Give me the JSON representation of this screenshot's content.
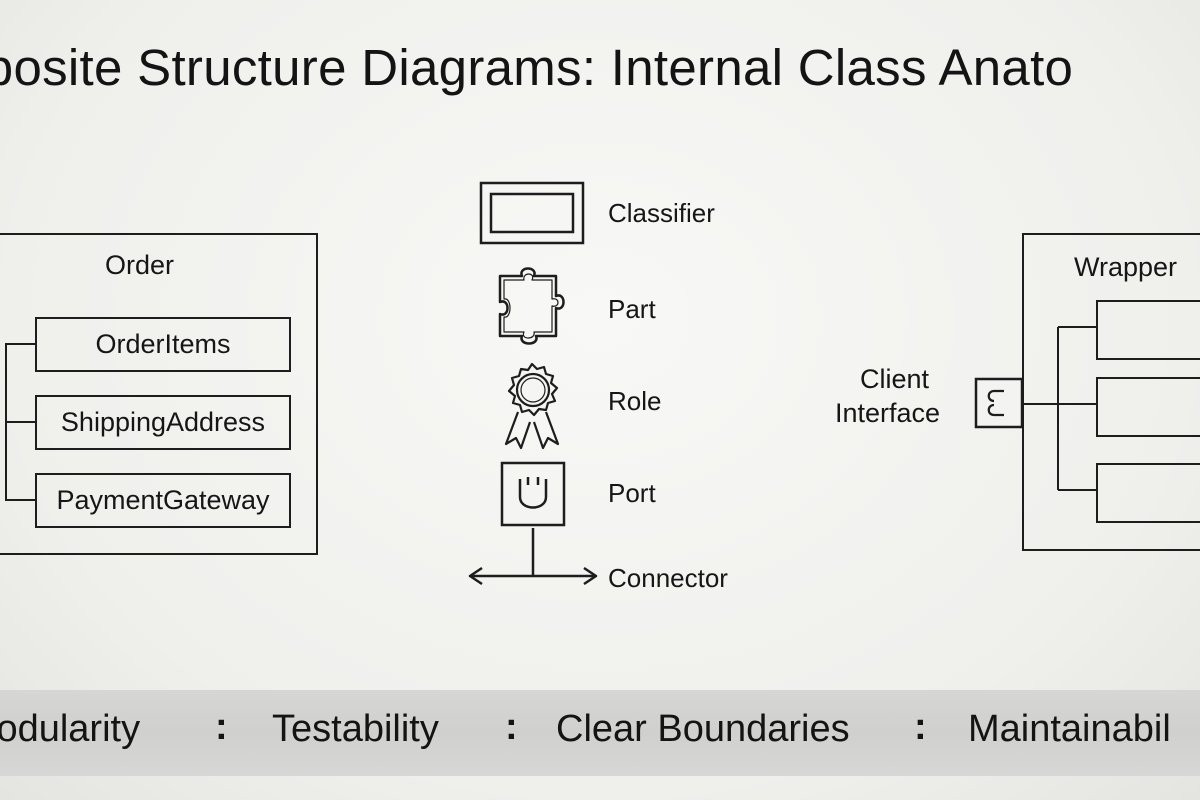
{
  "title": "mposite Structure Diagrams: Internal Class Anato",
  "left_diagram": {
    "classifier_label": "Order",
    "parts": [
      "OrderItems",
      "ShippingAddress",
      "PaymentGateway"
    ]
  },
  "legend": {
    "items": [
      {
        "label": "Classifier",
        "icon": "classifier-icon"
      },
      {
        "label": "Part",
        "icon": "puzzle-piece-icon"
      },
      {
        "label": "Role",
        "icon": "rosette-icon"
      },
      {
        "label": "Port",
        "icon": "port-icon"
      },
      {
        "label": "Connector",
        "icon": "double-arrow-icon"
      }
    ]
  },
  "right_diagram": {
    "classifier_label": "Wrapper",
    "client_interface_line1": "Client",
    "client_interface_line2": "Interface"
  },
  "benefits": {
    "items": [
      "lodularity",
      "Testability",
      "Clear Boundaries",
      "Maintainabil"
    ],
    "separator": ":"
  },
  "colors": {
    "ink": "#1d1d1d",
    "paper": "#f3f3f1",
    "band": "#d3d3d1"
  }
}
